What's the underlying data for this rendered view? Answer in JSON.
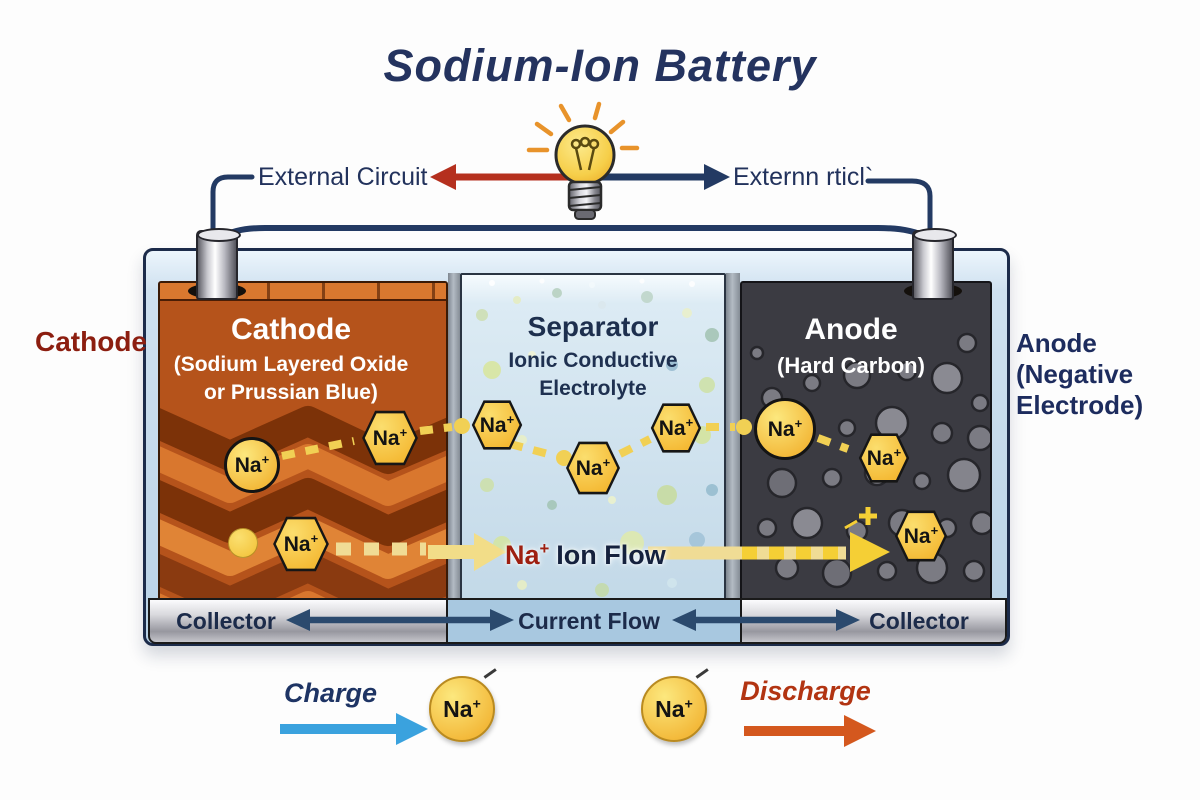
{
  "title": "Sodium-Ion Battery",
  "external_circuit": {
    "left_label": "External Circuit",
    "right_label": "Externn rticl`"
  },
  "battery": {
    "cathode": {
      "title": "Cathode",
      "subtitle1": "(Sodium Layered Oxide",
      "subtitle2": "or Prussian Blue)"
    },
    "separator": {
      "title": "Separator",
      "subtitle1": "Ionic Conductive",
      "subtitle2": "Electrolyte"
    },
    "anode": {
      "title": "Anode",
      "subtitle": "(Hard Carbon)"
    }
  },
  "side_labels": {
    "cathode": "Cathode",
    "anode_line1": "Anode",
    "anode_line2": "(Negative",
    "anode_line3": "Electrode)"
  },
  "ion": {
    "symbol": "Na",
    "charge": "+"
  },
  "ion_flow": {
    "na": "Na",
    "charge": "+",
    "label": "Ion Flow"
  },
  "collector_bar": {
    "left": "Collector",
    "center": "Current Flow",
    "right": "Collector"
  },
  "legend": {
    "charge": "Charge",
    "discharge": "Discharge"
  },
  "colors": {
    "title_navy": "#24335f",
    "wire_navy": "#233a63",
    "arrow_red": "#b5301e",
    "cathode_orange": "#b5531b",
    "separator_blue": "#c9ddeb",
    "anode_charcoal": "#3b3b42",
    "ion_yellow": "#f4b832",
    "na_flow_red": "#9e1f10",
    "charge_blue": "#3aa2de",
    "discharge_orange": "#d4581e",
    "cathode_label_maroon": "#8c1e10"
  }
}
